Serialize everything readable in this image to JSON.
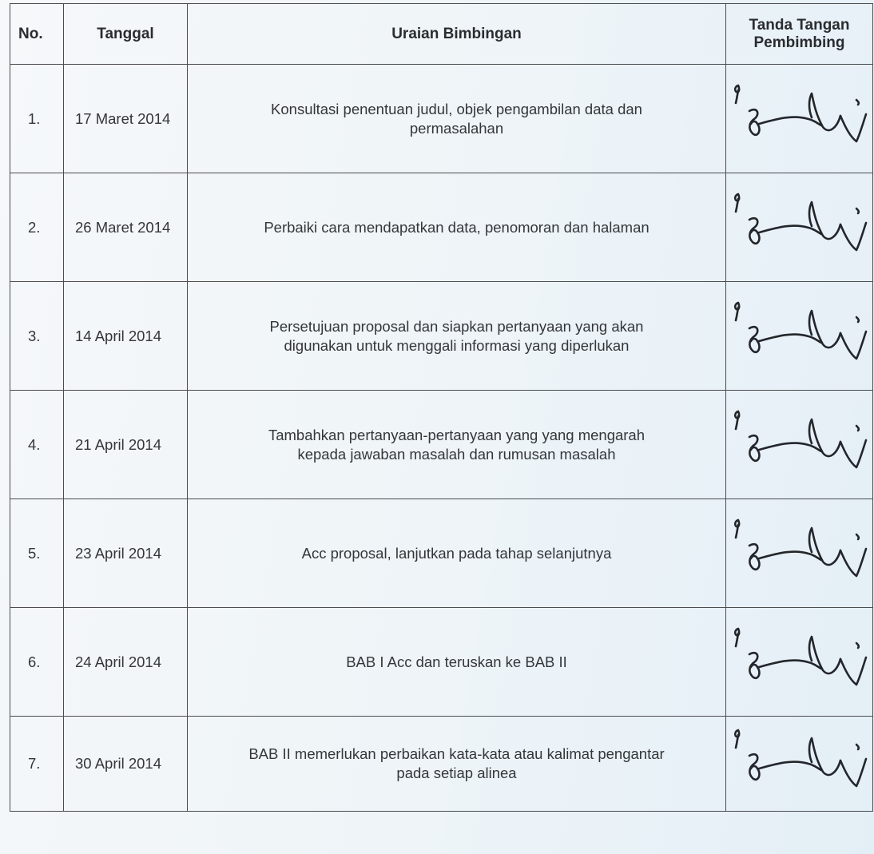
{
  "table": {
    "headers": {
      "no": "No.",
      "date": "Tanggal",
      "description": "Uraian Bimbingan",
      "signature_line1": "Tanda Tangan",
      "signature_line2": "Pembimbing"
    },
    "rows": [
      {
        "no": "1.",
        "date": "17 Maret 2014",
        "line1": "Konsultasi penentuan judul, objek pengambilan data dan",
        "line2": "permasalahan"
      },
      {
        "no": "2.",
        "date": "26 Maret 2014",
        "line1": "Perbaiki cara mendapatkan data, penomoran dan halaman",
        "line2": ""
      },
      {
        "no": "3.",
        "date": "14 April 2014",
        "line1": "Persetujuan proposal dan siapkan pertanyaan yang akan",
        "line2": "digunakan untuk menggali informasi yang diperlukan"
      },
      {
        "no": "4.",
        "date": "21 April 2014",
        "line1": "Tambahkan pertanyaan-pertanyaan yang yang mengarah",
        "line2": "kepada jawaban masalah dan rumusan masalah"
      },
      {
        "no": "5.",
        "date": "23 April 2014",
        "line1": "Acc proposal, lanjutkan pada tahap selanjutnya",
        "line2": ""
      },
      {
        "no": "6.",
        "date": "24 April 2014",
        "line1": "BAB I Acc dan teruskan ke BAB II",
        "line2": ""
      },
      {
        "no": "7.",
        "date": "30 April 2014",
        "line1": "BAB II memerlukan perbaikan kata-kata atau kalimat pengantar",
        "line2": "pada setiap alinea"
      }
    ]
  },
  "colors": {
    "ink": "#23262b",
    "grid": "#4a4c50",
    "paper": "#eef4f8"
  }
}
